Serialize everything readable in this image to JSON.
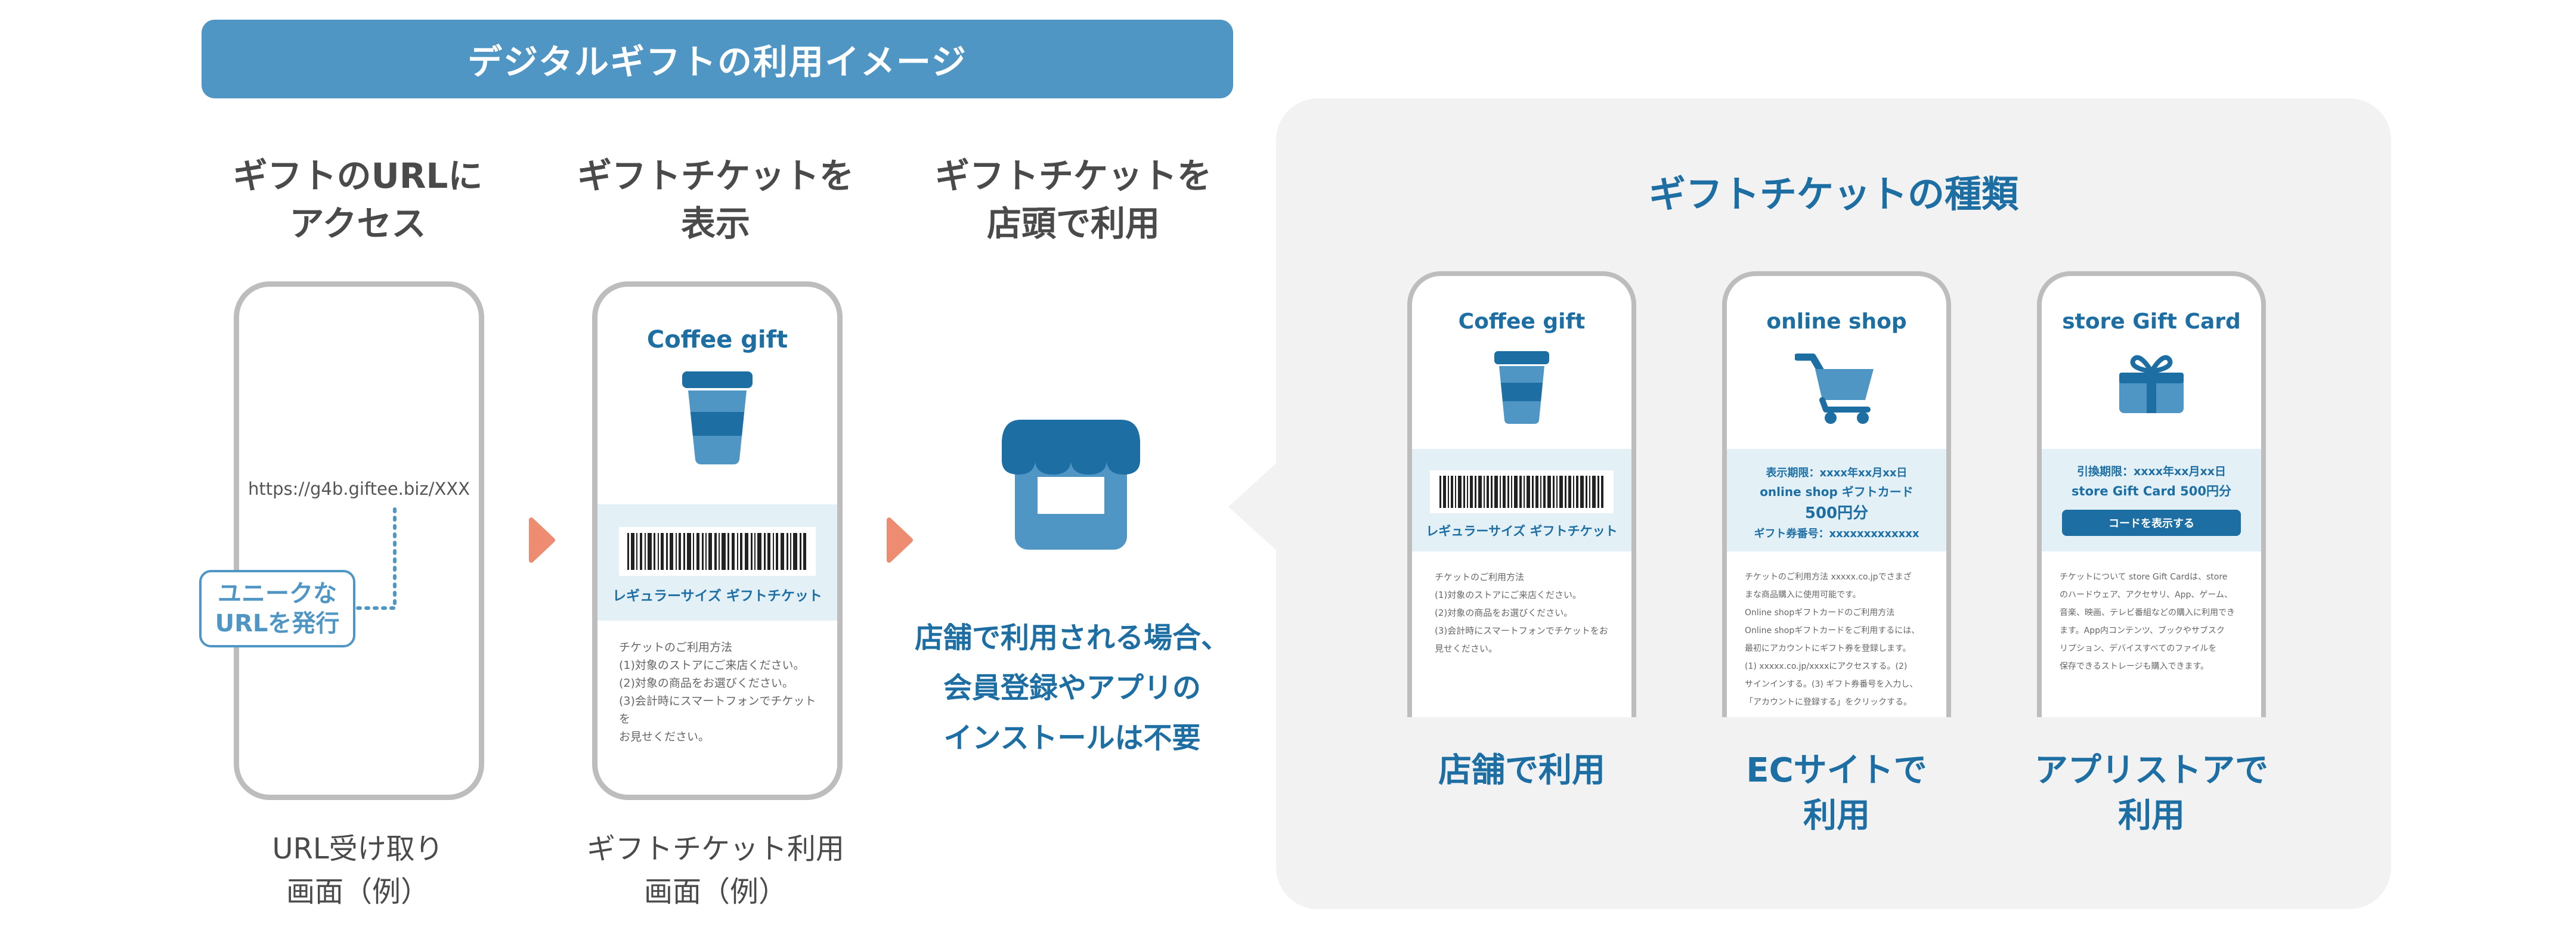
{
  "header": {
    "title": "デジタルギフトの利用イメージ"
  },
  "steps": [
    {
      "title_line1": "ギフトのURLに",
      "title_line2": "アクセス",
      "caption_line1": "URL受け取り",
      "caption_line2": "画面（例）"
    },
    {
      "title_line1": "ギフトチケットを",
      "title_line2": "表示",
      "caption_line1": "ギフトチケット利用",
      "caption_line2": "画面（例）"
    },
    {
      "title_line1": "ギフトチケットを",
      "title_line2": "店頭で利用"
    }
  ],
  "phone1": {
    "url": "https://g4b.giftee.biz/XXX",
    "note_line1": "ユニークな",
    "note_line2": "URLを発行"
  },
  "phone2": {
    "title": "Coffee gift",
    "ticket_label": "レギュラーサイズ ギフトチケット",
    "usage_lines": [
      "チケットのご利用方法",
      "(1)対象のストアにご来店ください。",
      "(2)対象の商品をお選びください。",
      "(3)会計時にスマートフォンでチケットを",
      "お見せください。"
    ]
  },
  "store_note": {
    "lines": [
      "店舗で利用される場合、",
      "会員登録やアプリの",
      "インストールは不要"
    ]
  },
  "types": {
    "title": "ギフトチケットの種類",
    "cards": [
      {
        "title": "Coffee gift",
        "ticket_label": "レギュラーサイズ ギフトチケット",
        "usage_lines": [
          "チケットのご利用方法",
          "(1)対象のストアにご来店ください。",
          "(2)対象の商品をお選びください。",
          "(3)会計時にスマートフォンでチケットをお",
          "見せください。"
        ],
        "label": "店舗で利用"
      },
      {
        "title": "online shop",
        "expiry": "表示期限：xxxx年xx月xx日",
        "card_name": "online shop ギフトカード",
        "amount": "500円分",
        "number": "ギフト券番号：xxxxxxxxxxxxx",
        "usage_lines": [
          "チケットのご利用方法 xxxxx.co.jpでさまざ",
          "まな商品購入に使用可能です。",
          "Online shopギフトカードのご利用方法",
          "Online shopギフトカードをご利用するには、",
          "最初にアカウントにギフト券を登録します。",
          "(1) xxxxx.co.jp/xxxxにアクセスする。(2)",
          "サインインする。(3) ギフト券番号を入力し、",
          "「アカウントに登録する」をクリックする。"
        ],
        "label_line1": "ECサイトで",
        "label_line2": "利用"
      },
      {
        "title": "store Gift Card",
        "expiry": "引換期限：xxxx年xx月xx日",
        "card_name": "store Gift Card  500円分",
        "button": "コードを表示する",
        "usage_lines": [
          "チケットについて store Gift Cardは、store",
          "のハードウェア、アクセサリ、App、ゲーム、",
          "音楽、映画、テレビ番組などの購入に利用でき",
          "ます。App内コンテンツ、ブックやサブスク",
          "リプション、デバイスすべてのファイルを",
          "保存できるストレージも購入できます。"
        ],
        "label_line1": "アプリストアで",
        "label_line2": "利用"
      }
    ]
  },
  "colors": {
    "banner": "#4f96c5",
    "accent": "#1d6ea3",
    "arrow": "#ee8c72",
    "panel": "#f2f2f2",
    "band": "#e3f1f7"
  }
}
